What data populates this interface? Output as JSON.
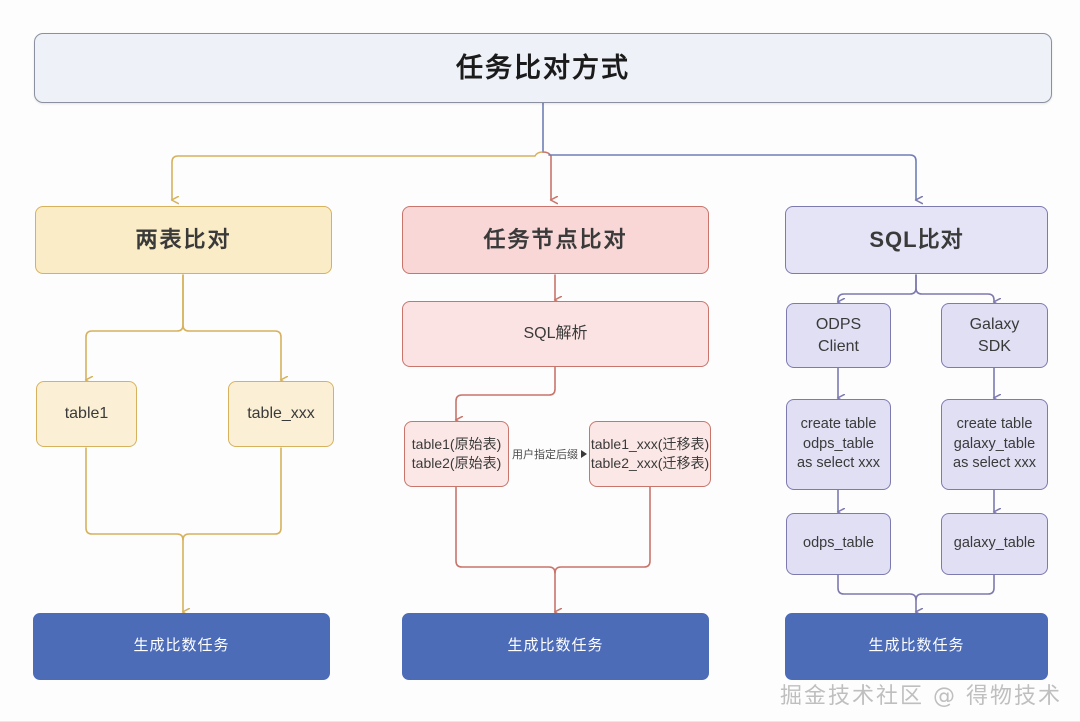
{
  "diagram": {
    "title": "任务比对方式",
    "watermark": "掘金技术社区 @ 得物技术",
    "colors": {
      "title_fill": "#eef1f8",
      "title_stroke": "#8b90a0",
      "yellow_fill": "#faecc6",
      "yellow_stroke": "#d7b25e",
      "red_fill": "#f9dedd",
      "red_stroke": "#c9756b",
      "purple_fill": "#e0dff4",
      "purple_stroke": "#7d7ab0",
      "result_fill": "#4c6cb8",
      "result_text": "#ffffff"
    }
  },
  "branches": {
    "left": {
      "header": "两表比对",
      "leaf_a": "table1",
      "leaf_b": "table_xxx",
      "result": "生成比数任务"
    },
    "middle": {
      "header": "任务节点比对",
      "step": "SQL解析",
      "source_box": "table1(原始表)\ntable2(原始表)",
      "target_box": "table1_xxx(迁移表)\ntable2_xxx(迁移表)",
      "edge_label": "用户指定后缀",
      "result": "生成比数任务"
    },
    "right": {
      "header": "SQL比对",
      "client_a": "ODPS\nClient",
      "client_b": "Galaxy\nSDK",
      "create_a": "create table\nodps_table\nas select xxx",
      "create_b": "create table\ngalaxy_table\nas select xxx",
      "table_a": "odps_table",
      "table_b": "galaxy_table",
      "result": "生成比数任务"
    }
  }
}
